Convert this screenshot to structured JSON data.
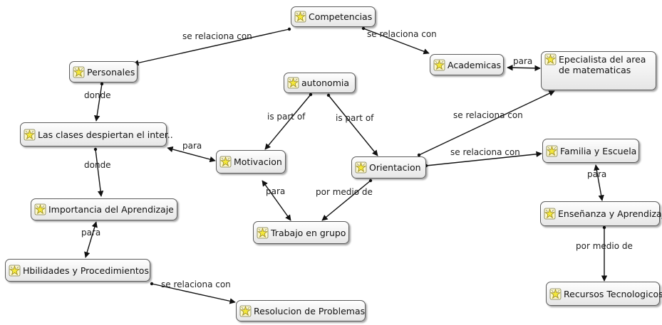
{
  "icon": "concept-star-icon",
  "colors": {
    "node_border": "#5c5c5c",
    "node_fill": "#f0f0f0",
    "line": "#111111",
    "icon_fill": "#f4e83a"
  },
  "nodes": {
    "competencias": "Competencias",
    "personales": "Personales",
    "academicas": "Academicas",
    "especialista": "Epecialista del area de matematicas",
    "autonomia": "autonomia",
    "clases": "Las clases despiertan el inter..",
    "motivacion": "Motivacion",
    "orientacion": "Orientacion",
    "familia": "Familia y Escuela",
    "importancia": "Importancia del Aprendizaje",
    "ensenanza": "Enseñanza y Aprendizaje",
    "trabajo": "Trabajo en grupo",
    "habilidades": "Hbilidades y Procedimientos",
    "resolucion": "Resolucion de Problemas",
    "recursos": "Recursos Tecnologicos"
  },
  "links": {
    "comp_personales": "se relaciona con",
    "comp_academicas": "se relaciona con",
    "academicas_para": "para",
    "personales_donde": "donde",
    "clases_donde": "donde",
    "clases_para": "para",
    "autonomia_part1": "is part of",
    "autonomia_part2": "is part of",
    "orientacion_especialista": "se relaciona con",
    "orientacion_familia": "se relaciona con",
    "motivacion_para": "para",
    "orientacion_medio": "por medio de",
    "familia_para": "para",
    "importancia_para": "para",
    "ensenanza_medio": "por medio de",
    "habilidades_relaciona": "se relaciona con"
  }
}
